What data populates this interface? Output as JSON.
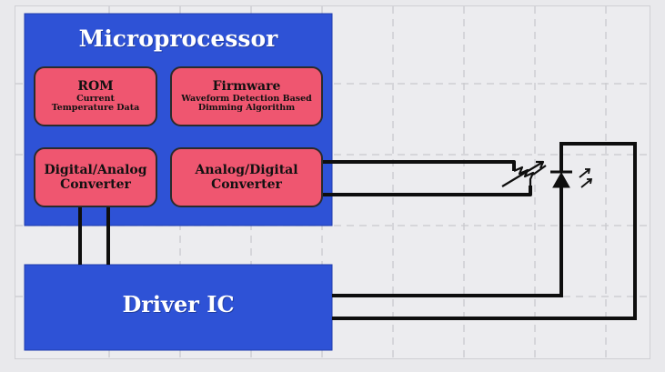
{
  "colors": {
    "blue": "#2e52d6",
    "pink": "#ef5670",
    "wire": "#0e0e0e",
    "background": "#ececef",
    "grid": "#c9c9ce"
  },
  "diagram": {
    "microprocessor": {
      "title": "Microprocessor",
      "rom": {
        "title": "ROM",
        "subtitle": "Current Temperature Data"
      },
      "firmware": {
        "title": "Firmware",
        "subtitle": "Waveform Detection Based Dimming Algorithm"
      },
      "dac": {
        "title": "Digital/Analog Converter"
      },
      "adc": {
        "title": "Analog/Digital Converter"
      }
    },
    "driver": {
      "title": "Driver IC"
    },
    "components": {
      "thermistor": "thermistor-icon",
      "led": "led-icon"
    }
  }
}
